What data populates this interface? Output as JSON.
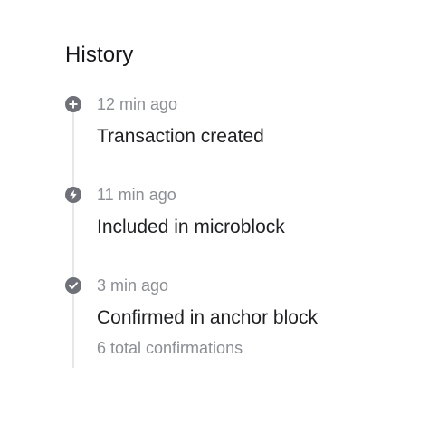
{
  "history": {
    "title": "History",
    "events": [
      {
        "icon": "plus-circle-icon",
        "time": "12 min ago",
        "label": "Transaction created",
        "detail": ""
      },
      {
        "icon": "lightning-icon",
        "time": "11 min ago",
        "label": "Included in microblock",
        "detail": ""
      },
      {
        "icon": "check-circle-icon",
        "time": "3 min ago",
        "label": "Confirmed in anchor block",
        "detail": "6 total confirmations"
      }
    ]
  },
  "colors": {
    "icon": "#6e7178",
    "muted_text": "#8b8e95",
    "rail": "#e6e7ea",
    "text": "#1f2024"
  }
}
